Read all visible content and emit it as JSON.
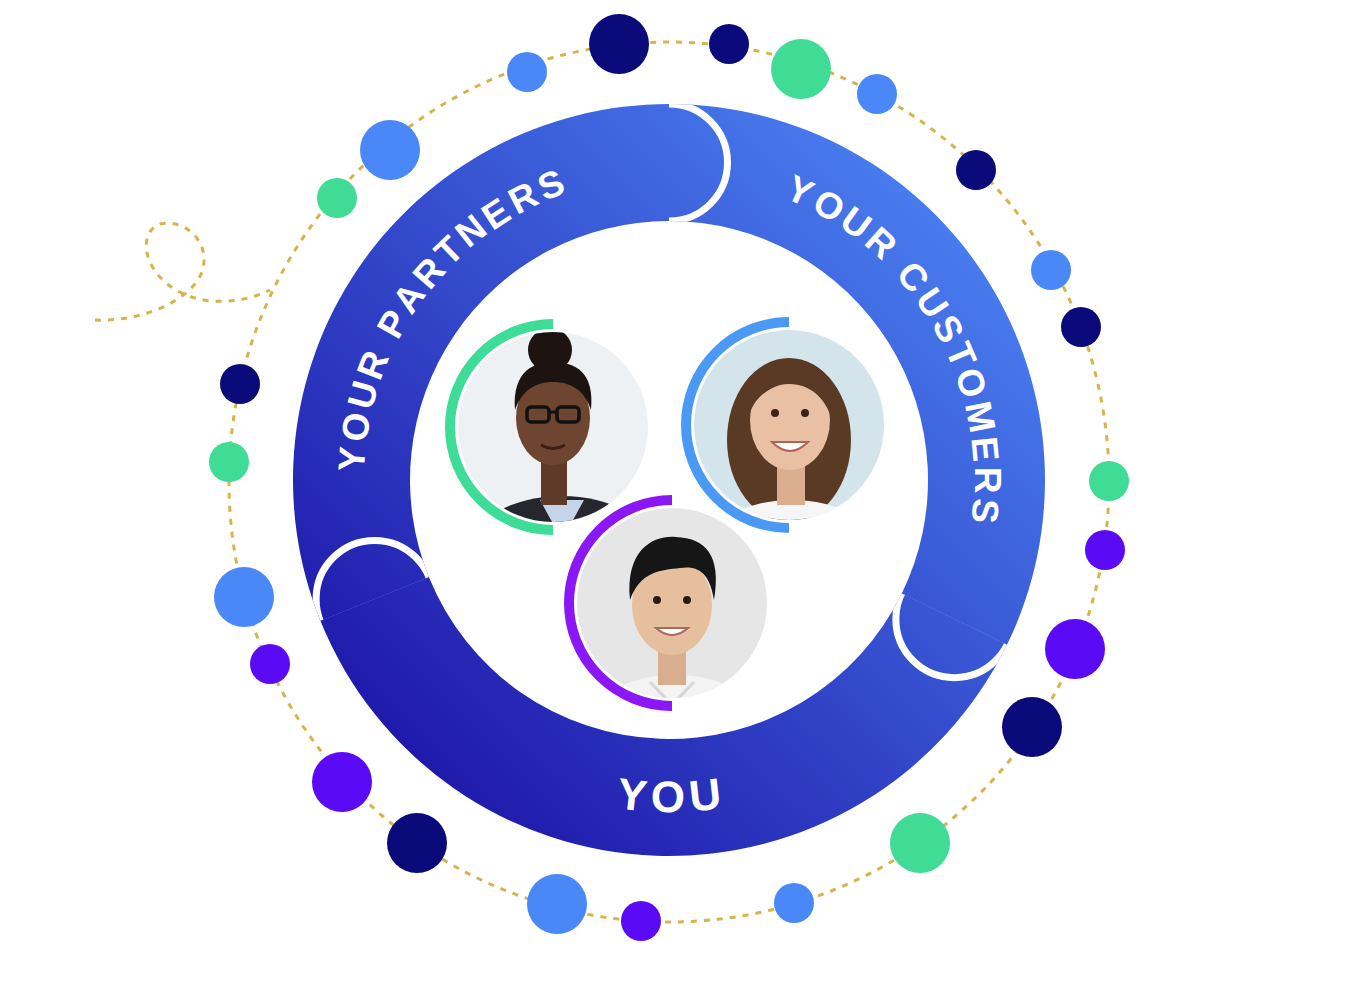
{
  "diagram": {
    "nodes": [
      {
        "text": [
          "YOUR PARTNERS"
        ]
      },
      {
        "text": [
          "YOUR CUSTOMERS"
        ]
      },
      {
        "text": [
          "YOU"
        ]
      }
    ]
  }
}
